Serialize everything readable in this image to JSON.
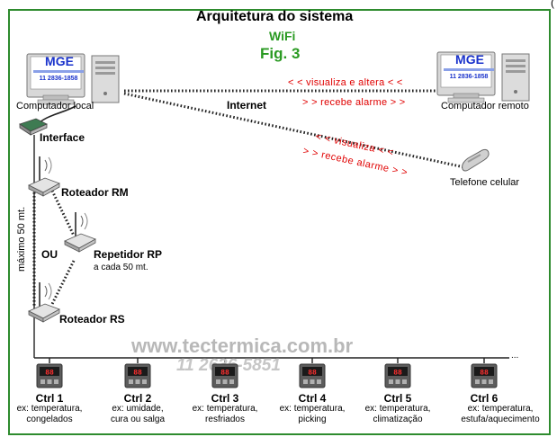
{
  "corner_mark": "(",
  "title": "Arquitetura do sistema",
  "subtitle": "WiFi",
  "figure": "Fig. 3",
  "computers": {
    "local": {
      "label": "Computador local",
      "screen_brand": "MGE",
      "screen_phone": "11 2836-1858"
    },
    "remote": {
      "label": "Computador remoto",
      "screen_brand": "MGE",
      "screen_phone": "11 2836-1858"
    }
  },
  "links": {
    "internet": "Internet",
    "remote_top": "< <  visualiza e altera  < <",
    "remote_bottom": "> >  recebe alarme  > >",
    "cell_top": "< < visualiza < <",
    "cell_bottom": "> > recebe alarme > >"
  },
  "phone_label": "Telefone celular",
  "interface_label": "Interface",
  "routers": {
    "rm": "Roteador RM",
    "rp": "Repetidor RP",
    "rp_sub": "a cada 50 mt.",
    "rs": "Roteador RS",
    "or": "OU",
    "max_distance": "máximo 50 mt."
  },
  "watermark": {
    "url": "www.tectermica.com.br",
    "phone": "11  2636-5851"
  },
  "controllers": [
    {
      "name": "Ctrl 1",
      "desc1": "ex: temperatura,",
      "desc2": "congelados"
    },
    {
      "name": "Ctrl 2",
      "desc1": "ex: umidade,",
      "desc2": "cura ou salga"
    },
    {
      "name": "Ctrl 3",
      "desc1": "ex: temperatura,",
      "desc2": "resfriados"
    },
    {
      "name": "Ctrl 4",
      "desc1": "ex: temperatura,",
      "desc2": "picking"
    },
    {
      "name": "Ctrl 5",
      "desc1": "ex: temperatura,",
      "desc2": "climatização"
    },
    {
      "name": "Ctrl 6",
      "desc1": "ex: temperatura,",
      "desc2": "estufa/aquecimento"
    }
  ],
  "bus_end": "...",
  "colors": {
    "frame": "#2e8b2e",
    "green_text": "#2a9a22",
    "red_text": "#e00000",
    "screen_blue": "#1a33cc"
  }
}
